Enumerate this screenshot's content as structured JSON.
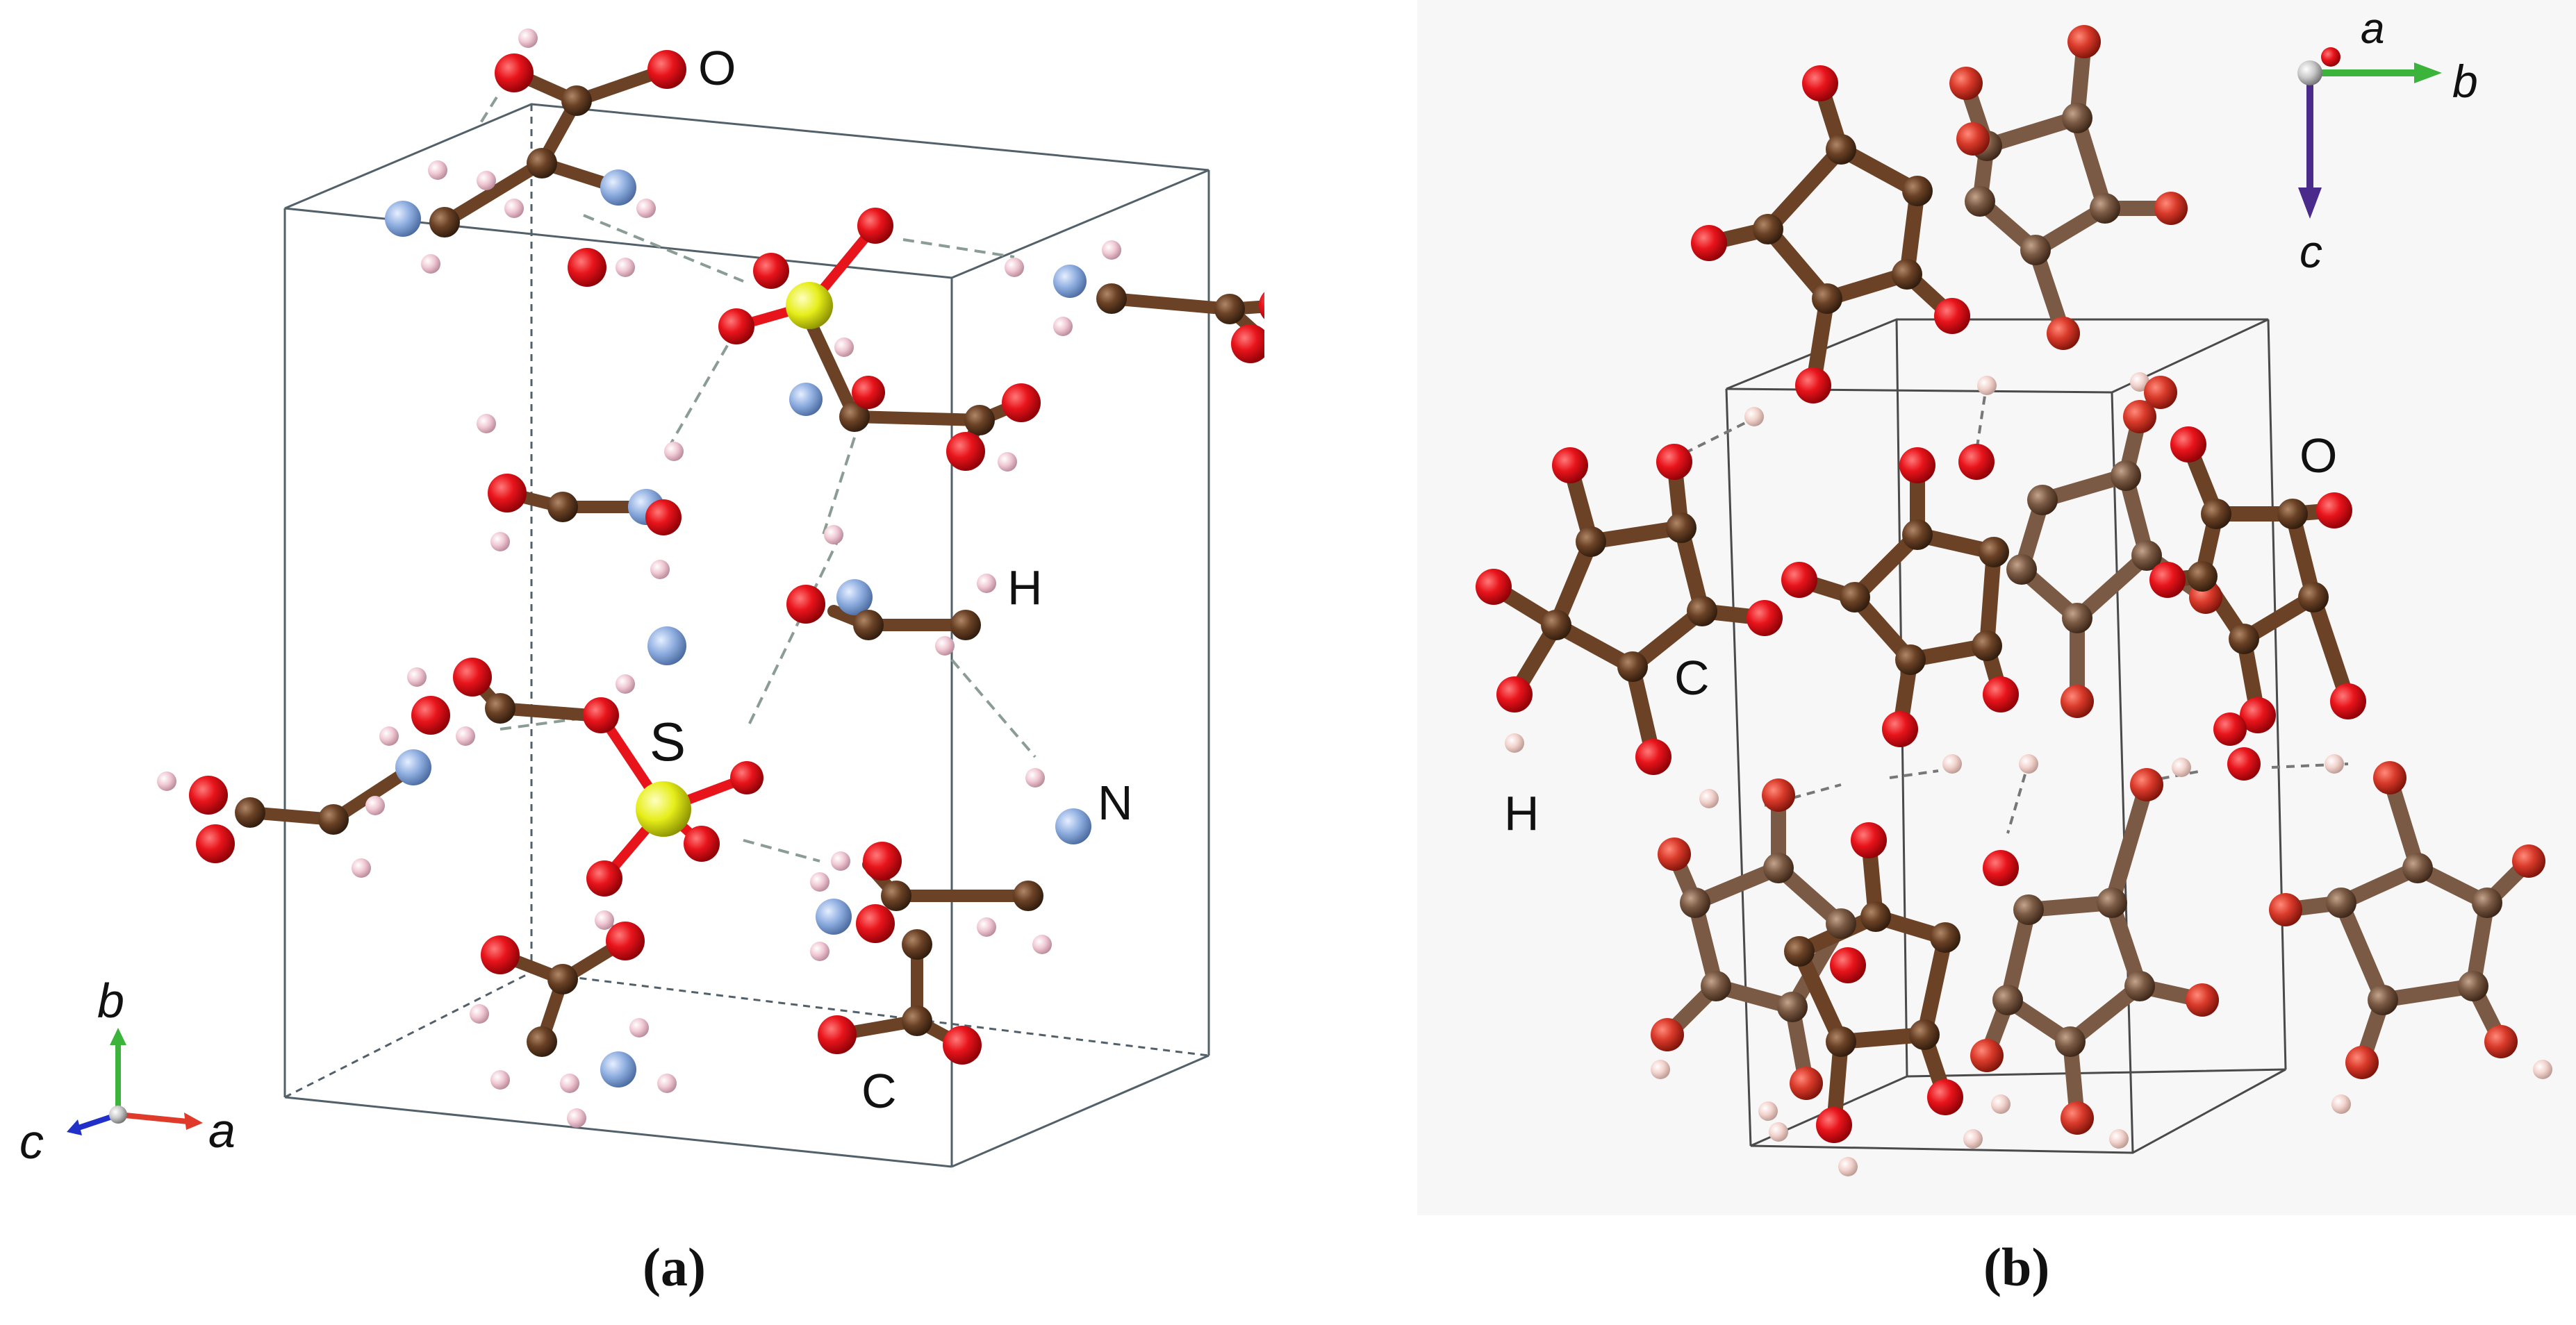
{
  "panels": [
    {
      "id": "a",
      "caption": "(a)",
      "atom_labels": {
        "O": "O",
        "H": "H",
        "S": "S",
        "N": "N",
        "C": "C"
      },
      "axis_labels": {
        "b": "b",
        "c": "c",
        "a": "a"
      }
    },
    {
      "id": "b",
      "caption": "(b)",
      "atom_labels": {
        "O": "O",
        "C": "C",
        "H": "H"
      },
      "axis_labels": {
        "a": "a",
        "b": "b",
        "c": "c"
      }
    }
  ],
  "colors": {
    "oxygen": "#e8141b",
    "oxygen_b": "#d93a2a",
    "carbon": "#6b4226",
    "carbon_b": "#7a5a44",
    "hydrogen": "#f0c8d4",
    "hydrogen_b": "#f2d2cc",
    "nitrogen": "#8faee0",
    "sulfur": "#e6ee1a",
    "axis_a": "#e03a2a",
    "axis_b": "#3cb43c",
    "axis_c": "#2030c8",
    "axis_c_b": "#4a2a8a"
  }
}
